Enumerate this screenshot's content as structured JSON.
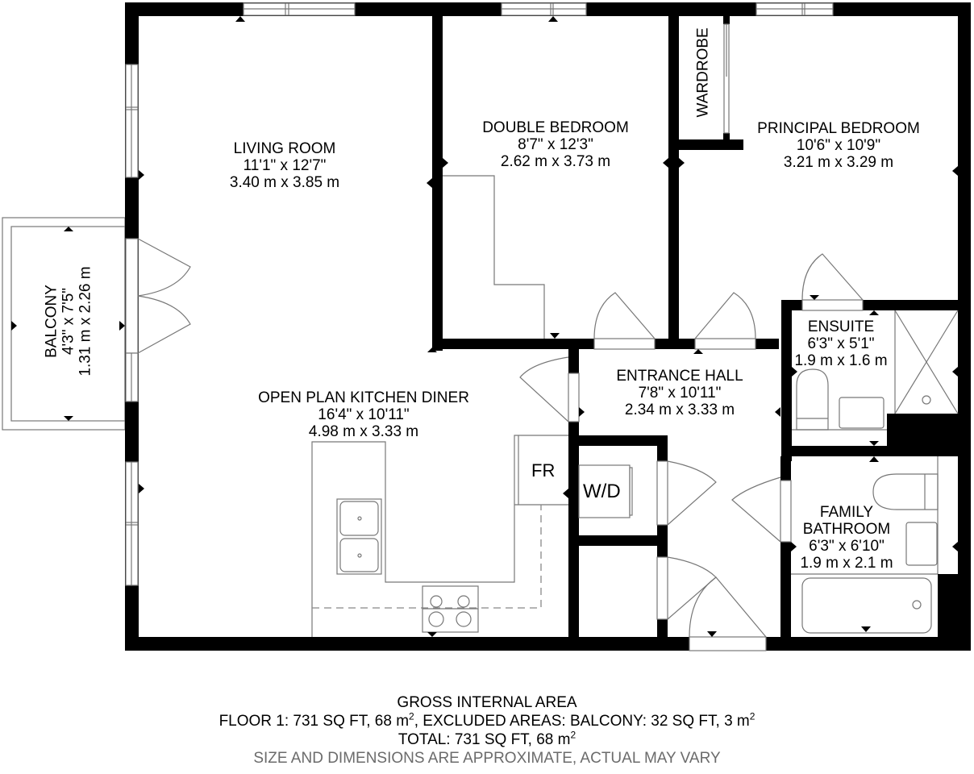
{
  "plan": {
    "rooms": [
      {
        "id": "living-room",
        "name": "LIVING ROOM",
        "imperial": "11'1\" x 12'7\"",
        "metric": "3.40 m x 3.85 m"
      },
      {
        "id": "double-bedroom",
        "name": "DOUBLE BEDROOM",
        "imperial": "8'7\" x 12'3\"",
        "metric": "2.62 m x 3.73 m"
      },
      {
        "id": "wardrobe",
        "name": "WARDROBE"
      },
      {
        "id": "principal-bedroom",
        "name": "PRINCIPAL BEDROOM",
        "imperial": "10'6\" x 10'9\"",
        "metric": "3.21 m x 3.29 m"
      },
      {
        "id": "balcony",
        "name": "BALCONY",
        "imperial": "4'3\" x 7'5\"",
        "metric": "1.31 m x 2.26 m"
      },
      {
        "id": "ensuite",
        "name": "ENSUITE",
        "imperial": "6'3\" x 5'1\"",
        "metric": "1.9 m x 1.6 m"
      },
      {
        "id": "entrance-hall",
        "name": "ENTRANCE HALL",
        "imperial": "7'8\" x 10'11\"",
        "metric": "2.34 m x 3.33 m"
      },
      {
        "id": "kitchen-diner",
        "name": "OPEN PLAN KITCHEN DINER",
        "imperial": "16'4\" x 10'11\"",
        "metric": "4.98 m x 3.33 m"
      },
      {
        "id": "family-bathroom",
        "name_line1": "FAMILY",
        "name_line2": "BATHROOM",
        "imperial": "6'3\" x 6'10\"",
        "metric": "1.9 m x 2.1 m"
      }
    ],
    "fixtures": {
      "fridge": "FR",
      "washer_dryer": "W/D"
    }
  },
  "footer": {
    "title": "GROSS INTERNAL AREA",
    "floor_prefix": "FLOOR 1: 731 SQ FT, 68 m",
    "floor_mid": ", EXCLUDED AREAS: BALCONY: 32 SQ FT, 3 m",
    "sup": "2",
    "total_prefix": "TOTAL: 731 SQ FT, 68 m",
    "disclaimer": "SIZE AND DIMENSIONS ARE APPROXIMATE, ACTUAL MAY VARY"
  },
  "colors": {
    "wall": "#000000",
    "fixture_line": "#777777",
    "disclaimer": "#6b6b6b"
  }
}
